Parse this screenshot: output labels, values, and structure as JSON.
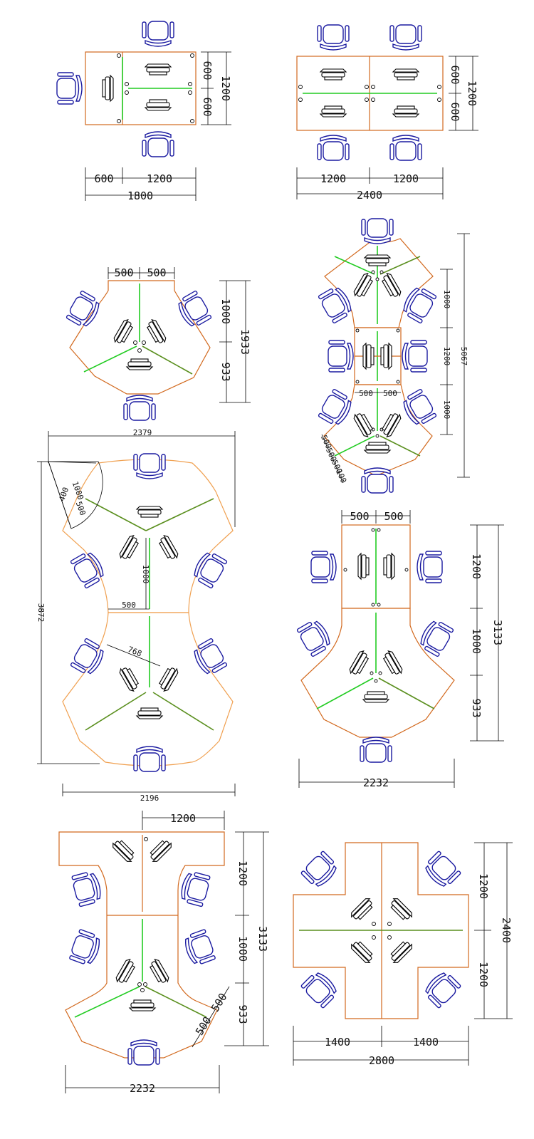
{
  "layouts": [
    {
      "name": "two-person-l-desk",
      "dims": {
        "w1": "600",
        "w2": "1200",
        "total": "1800",
        "h1": "600",
        "h2": "600",
        "htotal": "1200"
      }
    },
    {
      "name": "four-person-desk",
      "dims": {
        "w1": "1200",
        "w2": "1200",
        "total": "2400",
        "h1": "600",
        "h2": "600",
        "htotal": "1200"
      }
    },
    {
      "name": "three-person-y-desk",
      "dims": {
        "top1": "500",
        "top2": "500",
        "v1": "1000",
        "v2": "933",
        "vtotal": "1933"
      }
    },
    {
      "name": "six-person-double-y",
      "dims": {
        "v1": "1000",
        "v2": "1200",
        "v3": "1000",
        "vtotal": "5067",
        "mid1": "500",
        "mid2": "500",
        "side1": "500",
        "side2": "500",
        "side3": "500",
        "side4": "100"
      }
    },
    {
      "name": "six-person-cluster",
      "dims": {
        "top": "2379",
        "bottom": "2196",
        "height": "3872",
        "r1": "400",
        "r2": "1000",
        "r3": "500",
        "v": "1000",
        "h": "500",
        "diag": "768"
      }
    },
    {
      "name": "five-person-y-desk",
      "dims": {
        "top1": "500",
        "top2": "500",
        "v1": "1200",
        "v2": "1000",
        "v3": "933",
        "vtotal": "3133",
        "width": "2232"
      }
    },
    {
      "name": "five-person-t-desk",
      "dims": {
        "top": "1200",
        "v1": "1200",
        "v2": "1000",
        "v3": "933",
        "vtotal": "3133",
        "width": "2232",
        "side1": "500",
        "side2": "500"
      }
    },
    {
      "name": "four-person-cross",
      "dims": {
        "w1": "1400",
        "w2": "1400",
        "total": "2800",
        "h1": "1200",
        "h2": "1200",
        "htotal": "2400"
      }
    }
  ]
}
